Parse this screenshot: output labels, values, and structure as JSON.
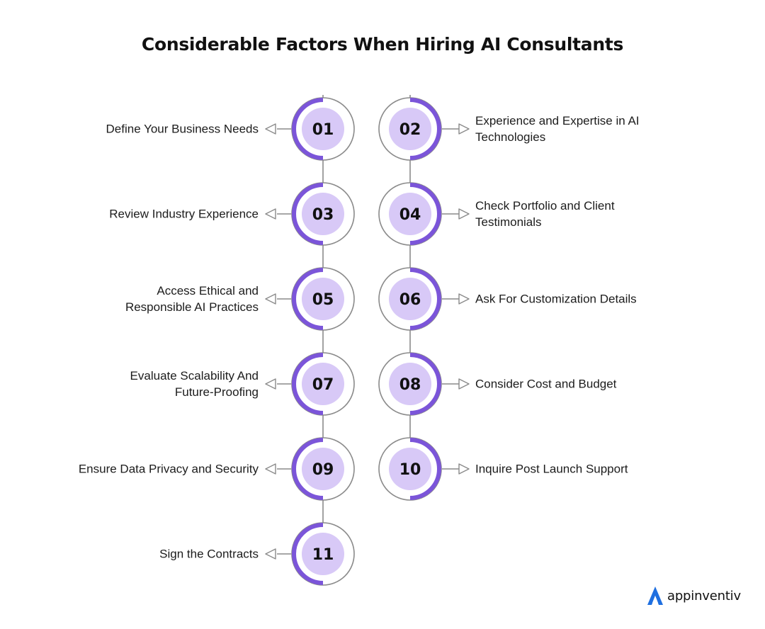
{
  "title": "Considerable Factors When Hiring AI Consultants",
  "colors": {
    "accent": "#7b55d9",
    "badge_fill": "#d8c9f7",
    "ring": "#8a8a8a",
    "text": "#1c1c1c"
  },
  "steps": [
    {
      "number": "01",
      "label": "Define Your Business Needs"
    },
    {
      "number": "02",
      "label": "Experience and Expertise in AI Technologies"
    },
    {
      "number": "03",
      "label": "Review Industry Experience"
    },
    {
      "number": "04",
      "label": "Check Portfolio and Client Testimonials"
    },
    {
      "number": "05",
      "label": "Access Ethical and Responsible AI Practices"
    },
    {
      "number": "06",
      "label": "Ask For Customization Details"
    },
    {
      "number": "07",
      "label": "Evaluate Scalability And Future-Proofing"
    },
    {
      "number": "08",
      "label": "Consider Cost and Budget"
    },
    {
      "number": "09",
      "label": "Ensure Data Privacy and Security"
    },
    {
      "number": "10",
      "label": "Inquire Post Launch Support"
    },
    {
      "number": "11",
      "label": "Sign the Contracts"
    }
  ],
  "brand": {
    "name": "appinventiv",
    "icon": "appinventiv-logo-icon"
  }
}
